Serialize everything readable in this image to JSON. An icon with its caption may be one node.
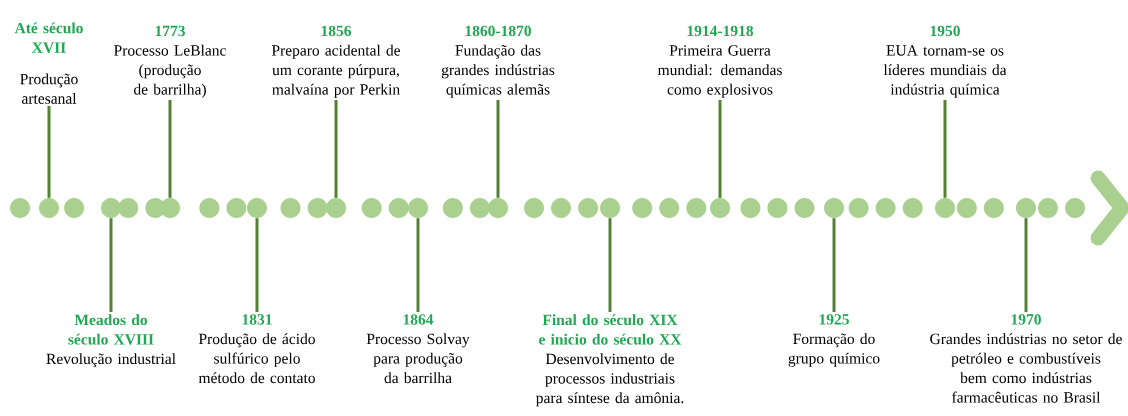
{
  "diagram": {
    "nodes": [
      {
        "text": [
          "Até século XVII",
          "Produção artesanal"
        ]
      },
      {
        "text": [
          "Meados do século XVIII",
          "Revolução industrial"
        ]
      },
      {
        "text": [
          "1773",
          "Processo LeBlanc (produção de barrilha)"
        ]
      },
      {
        "text": [
          "1831",
          "Produção de ácido sulfúrico pelo método de contato"
        ]
      },
      {
        "text": [
          "1856",
          "Preparo acidental de um corante púrpura, malvaína por Perkin"
        ]
      },
      {
        "text": [
          "1864",
          "Processo Solvay para produção da barrilha"
        ]
      },
      {
        "text": [
          "1860-1870",
          "Fundação das grandes indústrias químicas alemãs"
        ]
      },
      {
        "text": [
          "Final do século XIX e inicio do século XX",
          "Desenvolvimento de processos industriais para síntese da amônia."
        ]
      },
      {
        "text": [
          "1914-1918",
          "Primeira Guerra mundial: demandas como explosivos"
        ]
      },
      {
        "text": [
          "1925",
          "Formação do grupo químico"
        ]
      },
      {
        "text": [
          "1950",
          "EUA tornam-se os líderes mundiais da indústria química"
        ]
      },
      {
        "text": [
          "1970",
          "Grandes indústrias no setor de petróleo e combustíveis bem como indústrias farmacêuticas no Brasil"
        ]
      },
      {
        "text": [],
        "shape": "circle"
      },
      {
        "text": [],
        "shape": "circle"
      },
      {
        "text": [],
        "shape": "circle"
      },
      {
        "text": [],
        "shape": "circle"
      },
      {
        "text": [],
        "shape": "circle"
      },
      {
        "text": [],
        "shape": "circle"
      },
      {
        "text": [],
        "shape": "circle"
      },
      {
        "text": [],
        "shape": "circle"
      },
      {
        "text": [],
        "shape": "circle"
      },
      {
        "text": [],
        "shape": "circle"
      },
      {
        "text": [],
        "shape": "circle"
      },
      {
        "text": [],
        "shape": "circle"
      }
    ],
    "edges": [
      {
        "from": 0,
        "to": 12,
        "arrow": "none"
      },
      {
        "from": 1,
        "to": 13,
        "arrow": "none"
      },
      {
        "from": 2,
        "to": 14,
        "arrow": "none"
      },
      {
        "from": 3,
        "to": 15,
        "arrow": "none"
      },
      {
        "from": 4,
        "to": 16,
        "arrow": "none"
      },
      {
        "from": 5,
        "to": 17,
        "arrow": "none"
      },
      {
        "from": 6,
        "to": 18,
        "arrow": "none"
      },
      {
        "from": 7,
        "to": 19,
        "arrow": "none"
      },
      {
        "from": 8,
        "to": 20,
        "arrow": "none"
      },
      {
        "from": 9,
        "to": 21,
        "arrow": "none"
      },
      {
        "from": 10,
        "to": 22,
        "arrow": "none"
      },
      {
        "from": 11,
        "to": 23,
        "arrow": "none"
      }
    ]
  }
}
